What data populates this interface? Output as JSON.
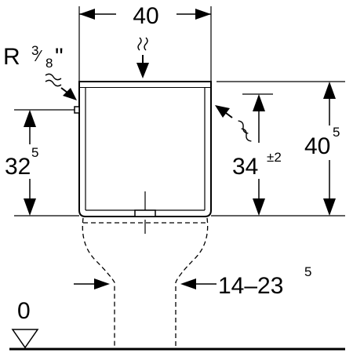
{
  "dimensions": {
    "width": {
      "value": "40"
    },
    "inlet": {
      "prefix": "R",
      "fraction_num": "3",
      "fraction_slash": "⁄",
      "fraction_den": "8",
      "suffix": "\""
    },
    "left_height": {
      "value": "32",
      "superscript": "5"
    },
    "inner_height": {
      "value": "34",
      "superscript": "±2"
    },
    "total_height": {
      "value": "40",
      "superscript": "5"
    },
    "neck_width": {
      "value": "14–23",
      "superscript": "5"
    },
    "floor_level": {
      "value": "0"
    }
  },
  "icons": {
    "water_supply_top": "water-supply-icon",
    "water_supply_left": "water-supply-icon",
    "water_supply_right": "water-supply-icon",
    "floor_marker": "level-triangle-icon"
  },
  "colors": {
    "line": "#000000",
    "background": "#ffffff"
  }
}
